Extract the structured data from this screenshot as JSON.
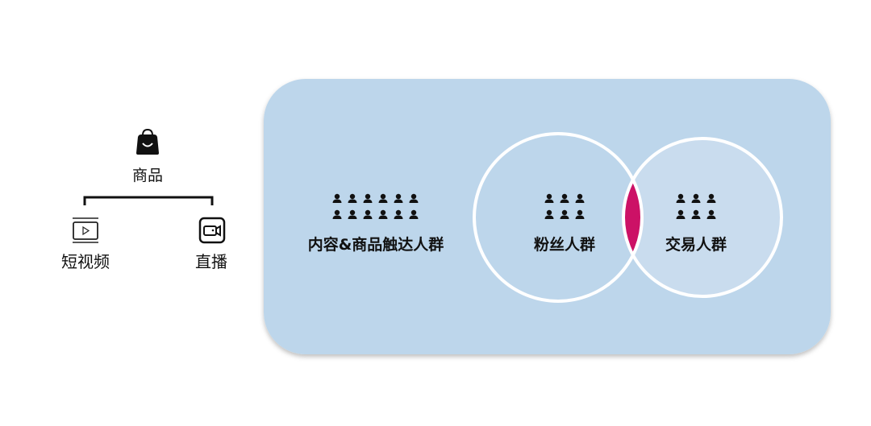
{
  "left": {
    "product_label": "商品",
    "short_video_label": "短视频",
    "live_label": "直播",
    "icons": [
      "shopping-bag-icon",
      "short-video-icon",
      "live-camera-icon"
    ]
  },
  "right": {
    "reach_label": "内容&商品触达人群",
    "fans_label": "粉丝人群",
    "trade_label": "交易人群",
    "colors": {
      "panel": "#bdd6eb",
      "overlap": "#cc1166",
      "circle_stroke": "#ffffff"
    }
  }
}
